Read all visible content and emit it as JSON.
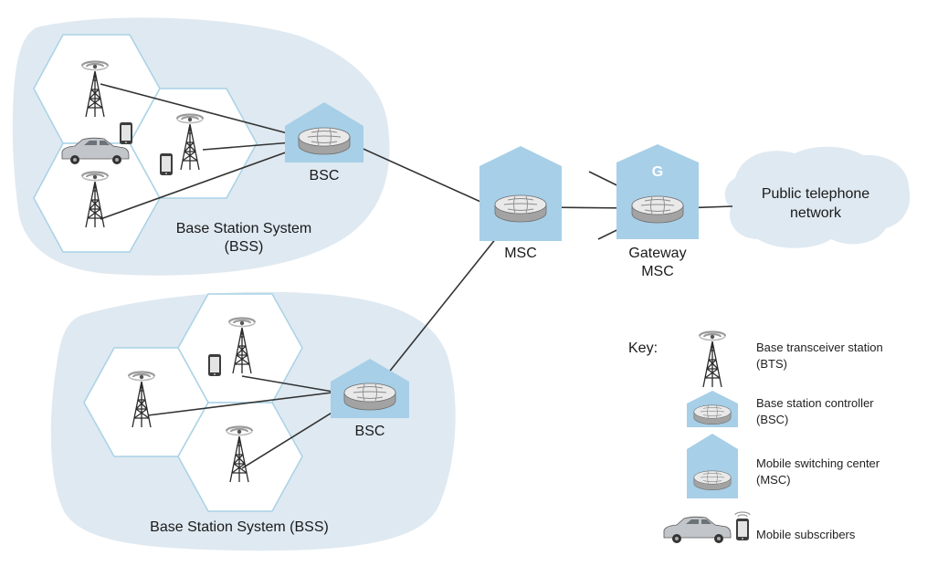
{
  "bss1": {
    "name_line1": "Base Station System",
    "name_line2": "(BSS)"
  },
  "bss2": {
    "name": "Base Station System (BSS)"
  },
  "bsc_top": {
    "label": "BSC"
  },
  "bsc_bottom": {
    "label": "BSC"
  },
  "msc": {
    "label": "MSC"
  },
  "gateway": {
    "letter": "G",
    "label_line1": "Gateway",
    "label_line2": "MSC"
  },
  "pstn": {
    "line1": "Public telephone",
    "line2": "network"
  },
  "key": {
    "heading": "Key:",
    "bts_line1": "Base transceiver station",
    "bts_line2": "(BTS)",
    "bsc_line1": "Base station controller",
    "bsc_line2": "(BSC)",
    "msc_line1": "Mobile switching center",
    "msc_line2": "(MSC)",
    "subscribers": "Mobile subscribers"
  },
  "colors": {
    "cloud": "#dfe9f1",
    "hexagon": "#ffffff",
    "hex_border": "#a9d2e6",
    "house": "#a7cfe7",
    "router_top": "#e8e8e8",
    "router_side": "#a9a9a9",
    "line": "#333333"
  }
}
